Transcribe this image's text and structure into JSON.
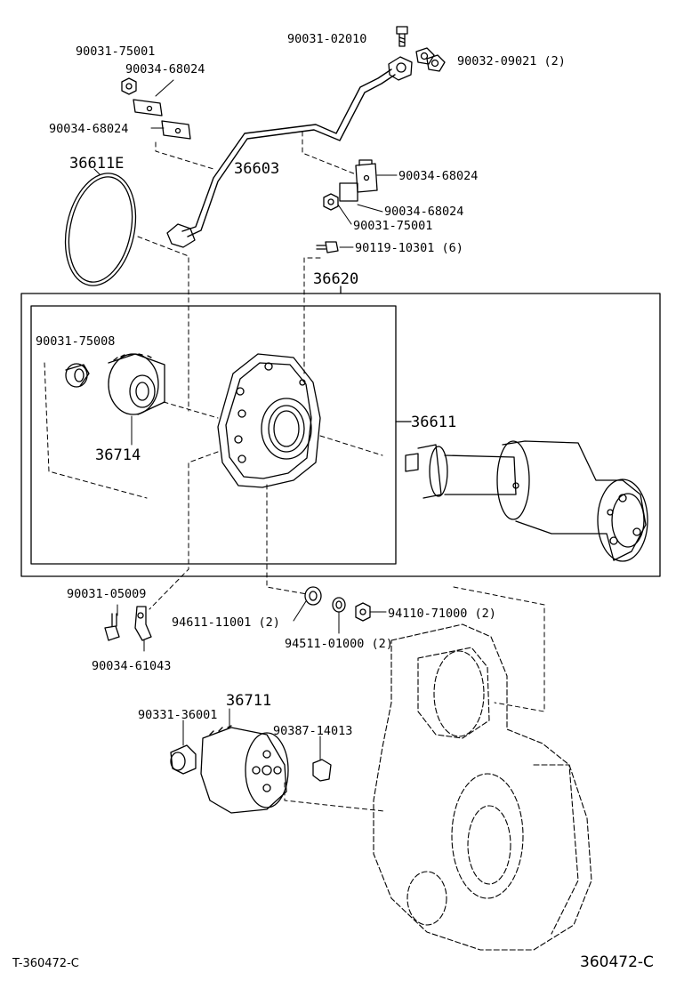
{
  "labels": {
    "p90031_02010": "90031-02010",
    "p90032_09021": "90032-09021 (2)",
    "p90031_75001_top": "90031-75001",
    "p90034_68024_a": "90034-68024",
    "p90034_68024_b": "90034-68024",
    "p36611E": "36611E",
    "p36603": "36603",
    "p90034_68024_c": "90034-68024",
    "p90034_68024_d": "90034-68024",
    "p90031_75001_right": "90031-75001",
    "p90119_10301": "90119-10301 (6)",
    "p36620": "36620",
    "p90031_75008": "90031-75008",
    "p36714": "36714",
    "p36611": "36611",
    "p90031_05009": "90031-05009",
    "p94611_11001": "94611-11001 (2)",
    "p94110_71000": "94110-71000 (2)",
    "p94511_01000": "94511-01000 (2)",
    "p90034_61043": "90034-61043",
    "p36711": "36711",
    "p90331_36001": "90331-36001",
    "p90387_14013": "90387-14013"
  },
  "footer": {
    "left_code": "T-360472-C",
    "right_code": "360472-C"
  }
}
